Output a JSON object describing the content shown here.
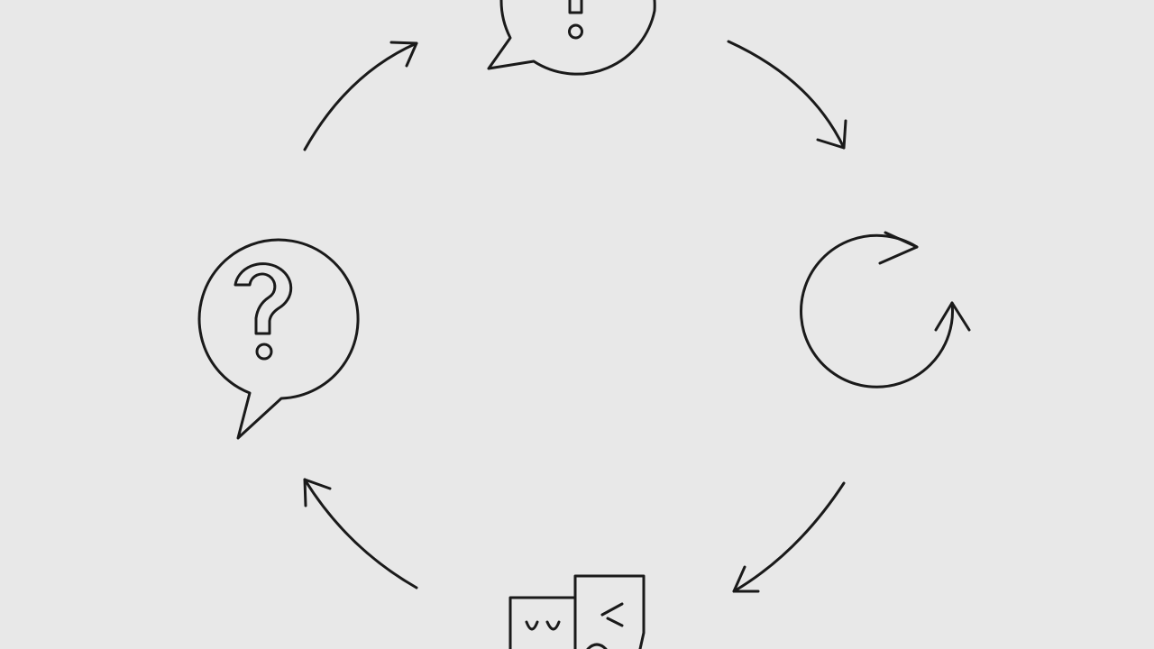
{
  "diagram": {
    "type": "cycle",
    "background_color": "#e8e8e8",
    "stroke_color": "#1a1a1a",
    "nodes": [
      {
        "id": "top",
        "icon": "exclamation-speech-bubble-icon"
      },
      {
        "id": "right",
        "icon": "circular-refresh-arrow-icon"
      },
      {
        "id": "bottom",
        "icon": "theater-masks-icon"
      },
      {
        "id": "left",
        "icon": "question-speech-bubble-icon"
      }
    ],
    "edges": [
      {
        "from": "left",
        "to": "top",
        "direction": "clockwise"
      },
      {
        "from": "top",
        "to": "right",
        "direction": "clockwise"
      },
      {
        "from": "right",
        "to": "bottom",
        "direction": "clockwise"
      },
      {
        "from": "bottom",
        "to": "left",
        "direction": "clockwise"
      }
    ]
  }
}
